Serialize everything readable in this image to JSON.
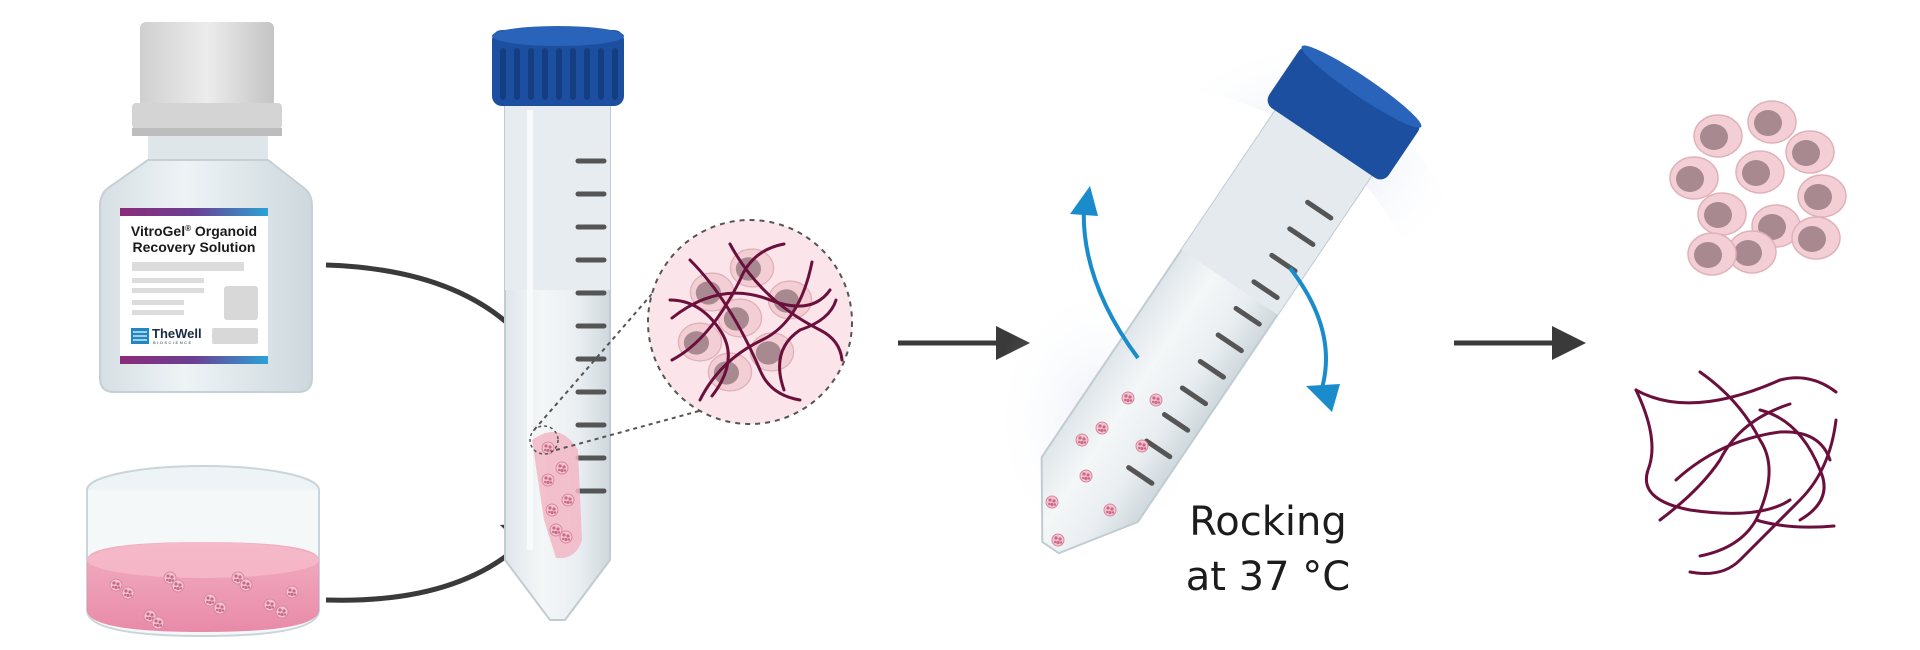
{
  "bottle": {
    "title_line1": "VitroGel",
    "title_reg": "®",
    "title_line1_rest": " Organoid",
    "title_line2": "Recovery Solution",
    "brand_name": "TheWell",
    "brand_sub": "BIOSCIENCE"
  },
  "rocking": {
    "line1": "Rocking",
    "line2": "at 37 °C"
  },
  "colors": {
    "cap_blue": "#1d4fa0",
    "arrow_dark": "#3a3a3a",
    "rotation_arrow": "#1a8ccc",
    "fiber": "#6b0f3c",
    "cell_pink": "#eec9cf",
    "cell_nucleus": "#a5858d",
    "gel_pink": "#e97ea0"
  },
  "icons": [
    "bottle-icon",
    "petri-dish-icon",
    "conical-tube-icon",
    "magnifier-icon",
    "rocking-tube-icon",
    "organoid-icon",
    "fiber-icon"
  ]
}
